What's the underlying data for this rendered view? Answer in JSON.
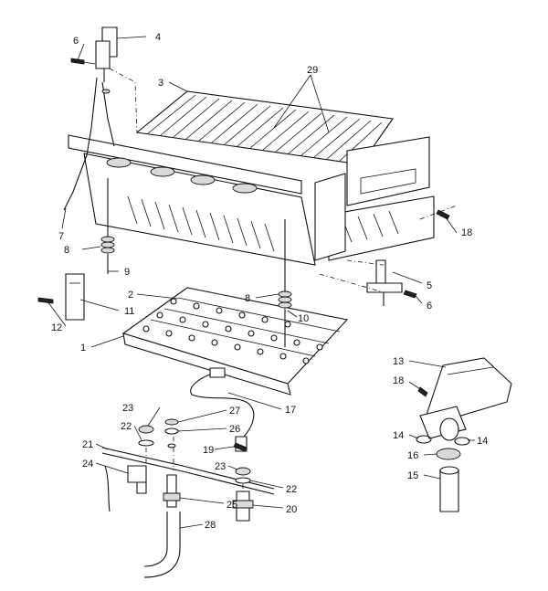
{
  "callouts": [
    "1",
    "2",
    "3",
    "4",
    "5",
    "6",
    "7",
    "8",
    "9",
    "10",
    "11",
    "12",
    "13",
    "14",
    "15",
    "16",
    "17",
    "18",
    "19",
    "20",
    "21",
    "22",
    "23",
    "24",
    "25",
    "26",
    "27",
    "28",
    "29"
  ],
  "colors": {
    "line": "#111111",
    "background": "#ffffff",
    "shade": "#d9d9d9"
  }
}
